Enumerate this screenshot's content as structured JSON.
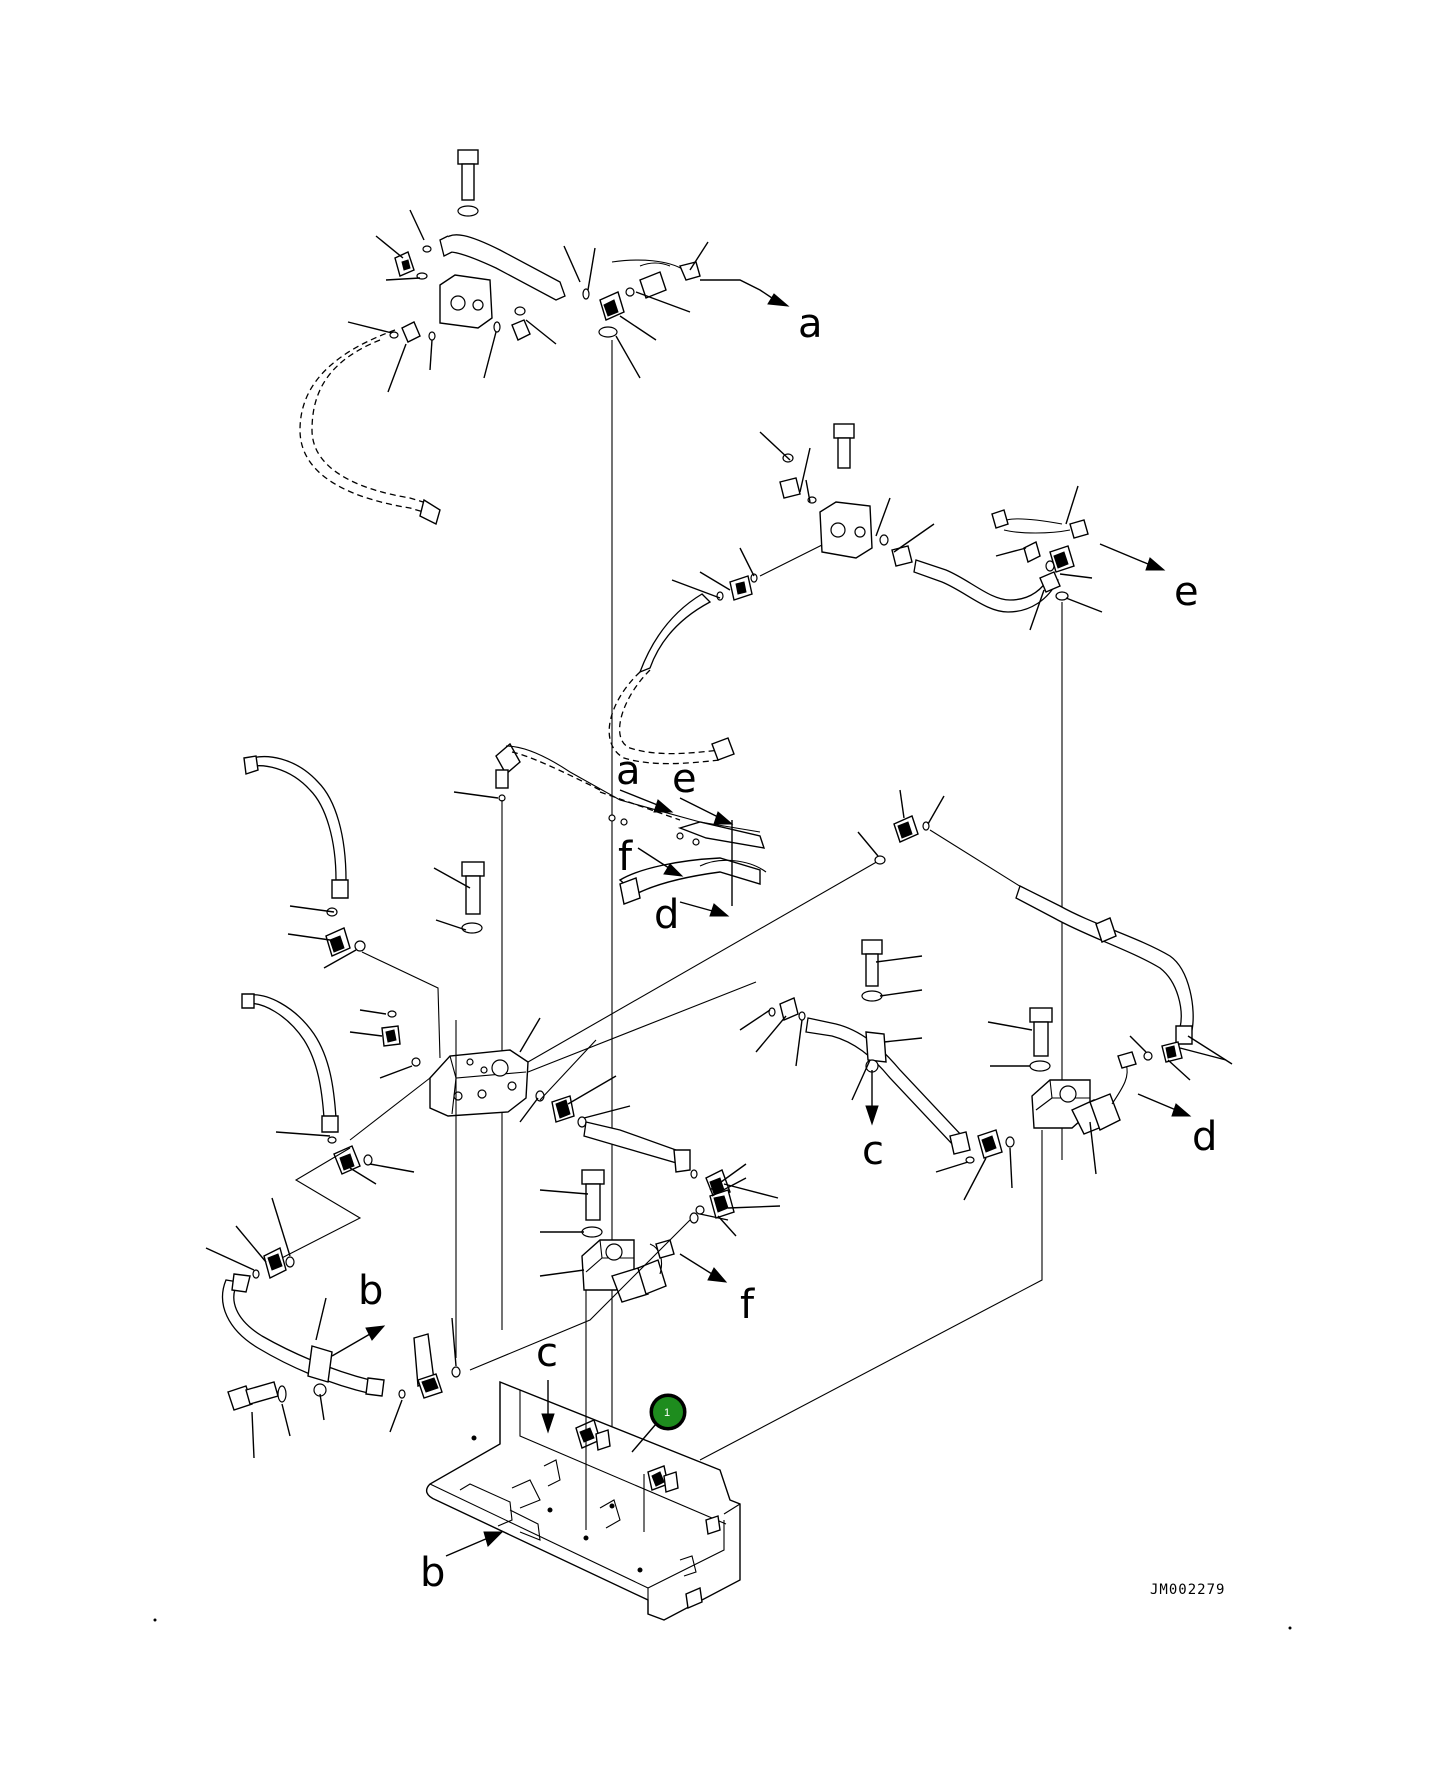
{
  "drawing": {
    "reference_code": "JM002279",
    "callout": {
      "number": "1",
      "color": "#1e8c1e"
    },
    "leader_letters": {
      "a1": "a",
      "a2": "a",
      "e1": "e",
      "e2": "e",
      "f1": "f",
      "f2": "f",
      "d1": "d",
      "d2": "d",
      "c1": "c",
      "c2": "c",
      "b1": "b",
      "b2": "b"
    }
  }
}
